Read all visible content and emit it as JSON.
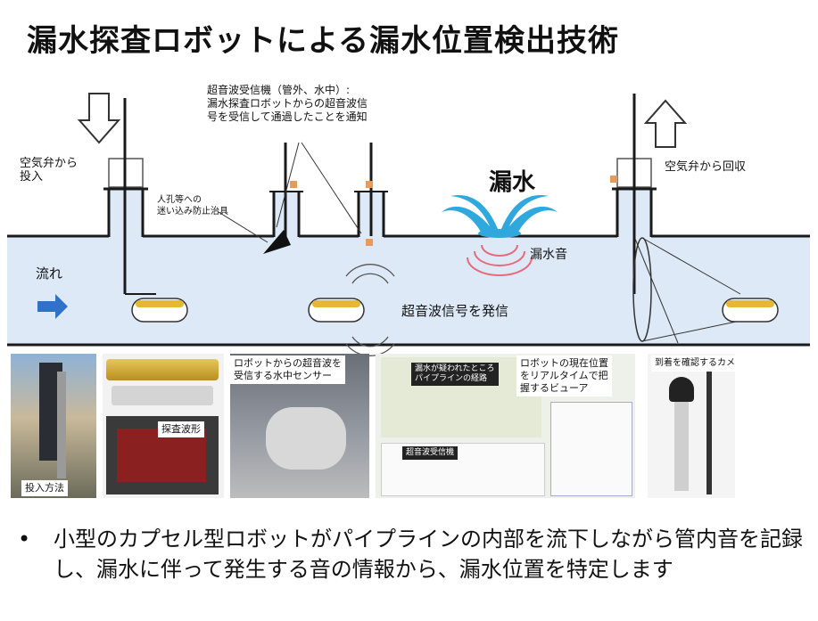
{
  "title": "漏水探査ロボットによる漏水位置検出技術",
  "labels": {
    "inject": "空気弁から\n投入",
    "recover": "空気弁から回収",
    "receiver": "超音波受信機（管外、水中）:\n漏水探査ロボットからの超音波信\n号を受信して通過したことを通知",
    "prevent": "人孔等への\n迷い込み防止治具",
    "leak": "漏水",
    "leak_sound": "漏水音",
    "flow": "流れ",
    "ultrasonic": "超音波信号を発信"
  },
  "photos": {
    "method": "投入方法",
    "robot": "探査波形",
    "sensor": "ロボットからの超音波を\n受信する水中センサー",
    "map_note1": "漏水が疑われたところ\nパイプラインの経路",
    "map_note2": "超音波受信機",
    "viewer": "ロボットの現在位置\nをリアルタイムで把\n握するビューア",
    "camera": "到着を確認するカメラ"
  },
  "bullet": {
    "dot": "•",
    "text": "小型のカプセル型ロボットがパイプラインの内部を流下しながら管内音を記録し、漏水に伴って発生する音の情報から、漏水位置を特定します"
  },
  "colors": {
    "pipe_fill": "#dde9f6",
    "pipe_line": "#1a1a1a",
    "robot": "#e4b830",
    "water": "#2fa8dd",
    "wave": "#e86a7a",
    "flow_arrow": "#2f72c8",
    "marker": "#e89a5a"
  }
}
